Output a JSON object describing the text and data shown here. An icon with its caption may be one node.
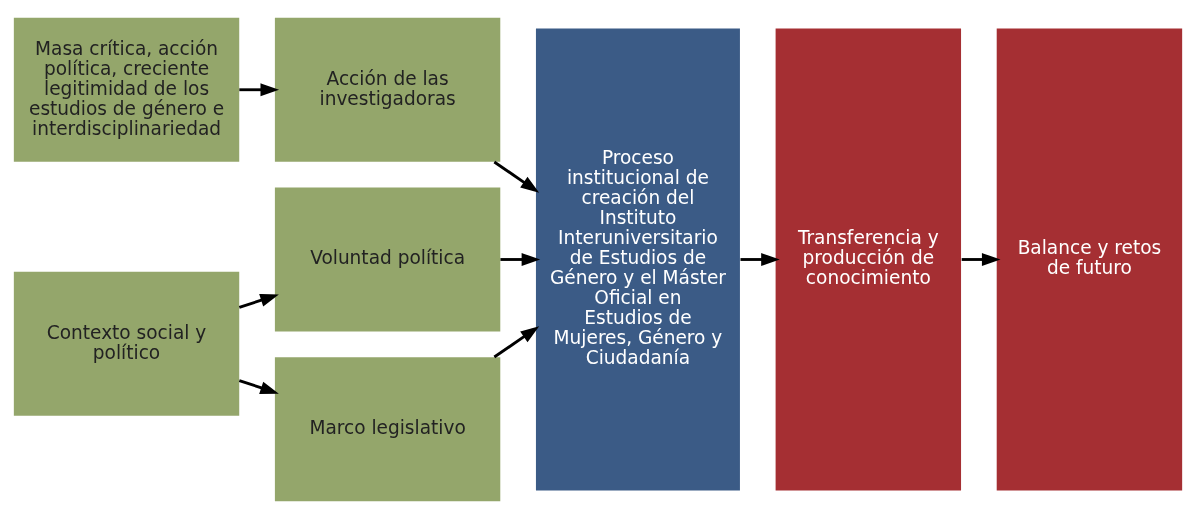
{
  "diagram": {
    "nodes": [
      {
        "text": [
          "Masa crítica, acción política, creciente legitimidad de los estudios de género e interdisciplinariedad"
        ]
      },
      {
        "text": [
          "Acción de las investigadoras"
        ]
      },
      {
        "text": [
          "Contexto social y político"
        ]
      },
      {
        "text": [
          "Voluntad política"
        ]
      },
      {
        "text": [
          "Marco legislativo"
        ]
      },
      {
        "text": [
          "Proceso institucional de creación del Instituto Interuniversitario de Estudios de Género y el Máster Oficial en Estudios de Mujeres, Género y Ciudadanía"
        ]
      },
      {
        "text": [
          "Transferencia y producción de conocimiento"
        ]
      },
      {
        "text": [
          "Balance y retos de futuro"
        ]
      }
    ],
    "edges": [
      {
        "from": 0,
        "to": 1,
        "arrow": "to"
      },
      {
        "from": 1,
        "to": 5,
        "arrow": "to"
      },
      {
        "from": 2,
        "to": 3,
        "arrow": "to"
      },
      {
        "from": 2,
        "to": 4,
        "arrow": "to"
      },
      {
        "from": 3,
        "to": 5,
        "arrow": "to"
      },
      {
        "from": 4,
        "to": 5,
        "arrow": "to"
      },
      {
        "from": 5,
        "to": 6,
        "arrow": "to"
      },
      {
        "from": 6,
        "to": 7,
        "arrow": "to"
      }
    ]
  }
}
